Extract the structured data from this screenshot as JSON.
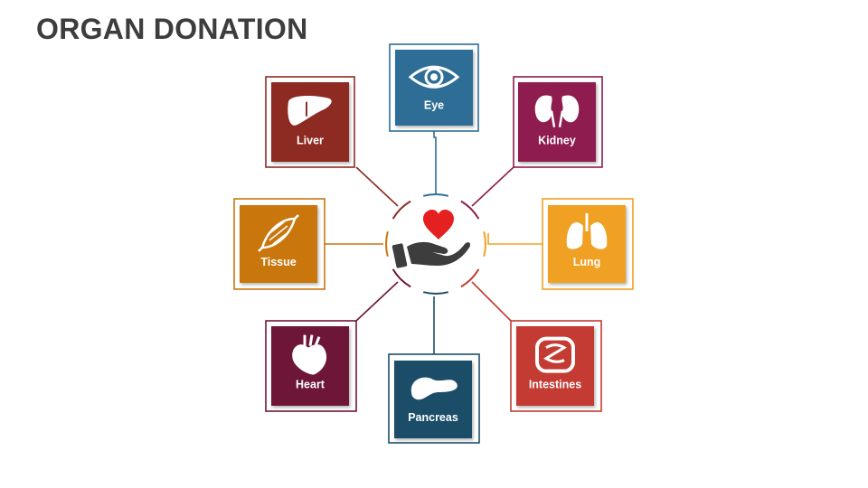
{
  "title": "ORGAN DONATION",
  "organs": [
    {
      "label": "Eye",
      "icon": "eye-icon",
      "color": "#2e6e96"
    },
    {
      "label": "Kidney",
      "icon": "kidney-icon",
      "color": "#8e1b4f"
    },
    {
      "label": "Lung",
      "icon": "lungs-icon",
      "color": "#f0a023"
    },
    {
      "label": "Intestines",
      "icon": "intestines-icon",
      "color": "#c33b33"
    },
    {
      "label": "Pancreas",
      "icon": "pancreas-icon",
      "color": "#1f4e68"
    },
    {
      "label": "Heart",
      "icon": "heart-organ-icon",
      "color": "#6e1738"
    },
    {
      "label": "Tissue",
      "icon": "tissue-icon",
      "color": "#c9760e"
    },
    {
      "label": "Liver",
      "icon": "liver-icon",
      "color": "#8d2c24"
    }
  ],
  "center": {
    "hand_icon": "hand-icon",
    "heart_icon": "heart-icon",
    "heart_color": "#e52020",
    "hand_color": "#3d3d3d"
  }
}
